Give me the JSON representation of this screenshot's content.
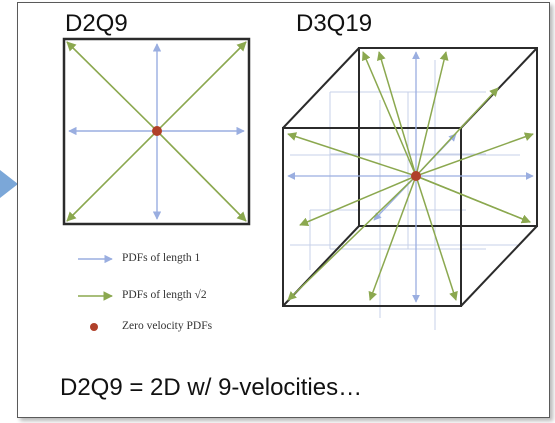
{
  "d2q9": {
    "title": "D2Q9"
  },
  "d3q19": {
    "title": "D3Q19"
  },
  "legend": {
    "items": [
      {
        "label": "PDFs of length 1",
        "color": "#9aaee0",
        "marker": "arrow"
      },
      {
        "label": "PDFs of length √2",
        "color": "#8ba84f",
        "marker": "arrow"
      },
      {
        "label": "Zero velocity PDFs",
        "color": "#b0402a",
        "marker": "dot"
      }
    ]
  },
  "caption": "D2Q9 = 2D w/ 9-velocities…",
  "colors": {
    "length1": "#9aaee0",
    "diagonal": "#8ba84f",
    "center": "#b0402a",
    "accent_arrow": "#7ba7d8"
  }
}
